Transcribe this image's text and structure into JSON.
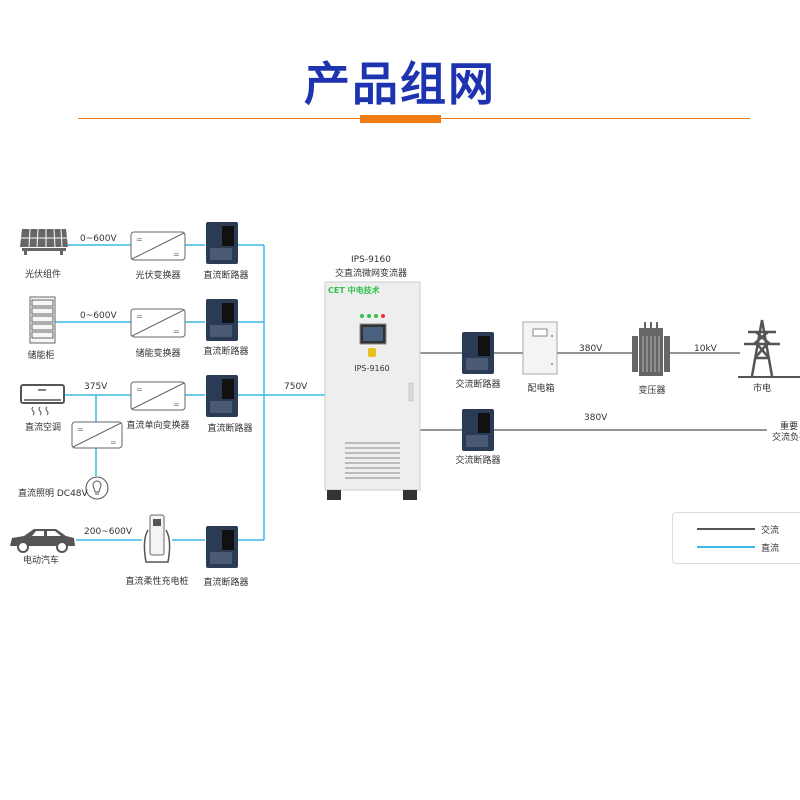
{
  "header": {
    "title": "产品组网"
  },
  "colors": {
    "title": "#1e33b0",
    "accent": "#f07a14",
    "dc_line": "#3cb8e6",
    "ac_line": "#555555"
  },
  "converter": {
    "model": "IPS-9160",
    "name": "交直流微网变流器",
    "brand": "CET 中电技术",
    "panel_label": "IPS-9160"
  },
  "dc_side": {
    "bus_voltage": "750V",
    "branches": [
      {
        "source": "光伏组件",
        "source_icon": "solar-panel-icon",
        "voltage": "0~600V",
        "converter": "光伏变换器",
        "breaker": "直流断路器"
      },
      {
        "source": "储能柜",
        "source_icon": "battery-cabinet-icon",
        "voltage": "0~600V",
        "converter": "储能变换器",
        "breaker": "直流断路器"
      },
      {
        "source": "直流空调",
        "source_icon": "air-conditioner-icon",
        "voltage": "375V",
        "converter": "直流单向变换器",
        "breaker": "直流断路器",
        "sub_load": {
          "label": "直流照明 DC48V",
          "icon": "light-bulb-icon"
        }
      },
      {
        "source": "电动汽车",
        "source_icon": "electric-car-icon",
        "voltage": "200~600V",
        "converter": "直流柔性充电桩",
        "breaker": "直流断路器"
      }
    ]
  },
  "ac_side": {
    "grid_branch": {
      "breaker": "交流断路器",
      "distribution": "配电箱",
      "voltage1": "380V",
      "transformer": "变压器",
      "voltage2": "10kV",
      "grid": "市电"
    },
    "load_branch": {
      "breaker": "交流断路器",
      "voltage": "380V",
      "load_line1": "重要",
      "load_line2": "交流负荷"
    }
  },
  "legend": {
    "items": [
      {
        "label": "交流",
        "type": "ac"
      },
      {
        "label": "直流",
        "type": "dc"
      }
    ]
  }
}
